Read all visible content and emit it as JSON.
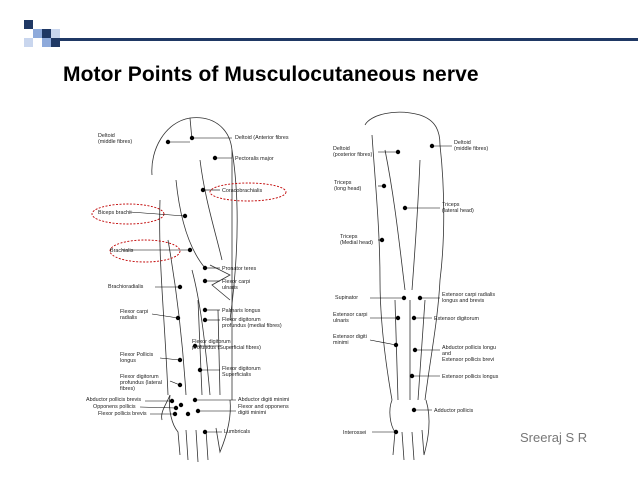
{
  "slide": {
    "title": "Motor Points of Musculocutaneous nerve",
    "author": "Sreeraj S R",
    "accent_color": "#1f3864",
    "highlight_color": "#c00000"
  },
  "anterior_labels": [
    {
      "id": "deltoid-mid",
      "lines": [
        "Deltoid",
        "(middle fibres)"
      ]
    },
    {
      "id": "deltoid-ant",
      "lines": [
        "Deltoid (Anterior fibres"
      ]
    },
    {
      "id": "pect-major",
      "lines": [
        "Pectoralis major"
      ]
    },
    {
      "id": "coracobrachialis",
      "lines": [
        "Coracobrachialis"
      ]
    },
    {
      "id": "biceps",
      "lines": [
        "Biceps brachii"
      ]
    },
    {
      "id": "brachialis",
      "lines": [
        "Brachialis"
      ]
    },
    {
      "id": "pronator",
      "lines": [
        "Pronator teres"
      ]
    },
    {
      "id": "fcu",
      "lines": [
        "Flexor carpi",
        "ulnaris"
      ]
    },
    {
      "id": "brachioradialis",
      "lines": [
        "Brachioradialis"
      ]
    },
    {
      "id": "fcr",
      "lines": [
        "Flexor carpi",
        "radialis"
      ]
    },
    {
      "id": "palmaris",
      "lines": [
        "Palmaris longus"
      ]
    },
    {
      "id": "fdp-med",
      "lines": [
        "Flexor digitorum",
        "profundus (medial fibres)"
      ]
    },
    {
      "id": "fdp-sup",
      "lines": [
        "Flexor digitorum",
        "profundus (Superficial fibres)"
      ]
    },
    {
      "id": "fpl",
      "lines": [
        "Flexor Pollicis",
        "longus"
      ]
    },
    {
      "id": "fds",
      "lines": [
        "Flexor digitorum",
        "Superficialis"
      ]
    },
    {
      "id": "fdp-lat",
      "lines": [
        "Flexor digitorum",
        "profundus (lateral",
        "fibres)"
      ]
    },
    {
      "id": "apb",
      "lines": [
        "Abductor pollicis brevis"
      ]
    },
    {
      "id": "op",
      "lines": [
        "Opponens pollicis"
      ]
    },
    {
      "id": "fpb",
      "lines": [
        "Flexor pollicis brevis"
      ]
    },
    {
      "id": "adm",
      "lines": [
        "Abductor digiti minimi"
      ]
    },
    {
      "id": "fodm",
      "lines": [
        "Flexor and opponens",
        "digiti minimi"
      ]
    },
    {
      "id": "lumbricals",
      "lines": [
        "Lumbricals"
      ]
    }
  ],
  "posterior_labels": [
    {
      "id": "p-deltoid-post",
      "lines": [
        "Deltoid",
        "(posterior fibres)"
      ]
    },
    {
      "id": "p-deltoid-mid",
      "lines": [
        "Deltoid",
        "(middle fibres)"
      ]
    },
    {
      "id": "p-triceps-long",
      "lines": [
        "Triceps",
        "(long head)"
      ]
    },
    {
      "id": "p-triceps-lat",
      "lines": [
        "Triceps",
        "(lateral head)"
      ]
    },
    {
      "id": "p-triceps-med",
      "lines": [
        "Triceps",
        "(Medial head)"
      ]
    },
    {
      "id": "p-supinator",
      "lines": [
        "Supinator"
      ]
    },
    {
      "id": "p-ecr",
      "lines": [
        "Extensor carpi radialis",
        "longus and brevis"
      ]
    },
    {
      "id": "p-ecu",
      "lines": [
        "Extensor carpi",
        "ulnaris"
      ]
    },
    {
      "id": "p-ed",
      "lines": [
        "Extensor digitorum"
      ]
    },
    {
      "id": "p-edm",
      "lines": [
        "Extensor digiti",
        "minimi"
      ]
    },
    {
      "id": "p-apl",
      "lines": [
        "Abductor pollicis longu",
        "and",
        "Extensor pollicis brevi"
      ]
    },
    {
      "id": "p-epl",
      "lines": [
        "Extensor pollicis longus"
      ]
    },
    {
      "id": "p-adp",
      "lines": [
        "Adductor pollicis"
      ]
    },
    {
      "id": "p-interossei",
      "lines": [
        "Interossei"
      ]
    }
  ]
}
